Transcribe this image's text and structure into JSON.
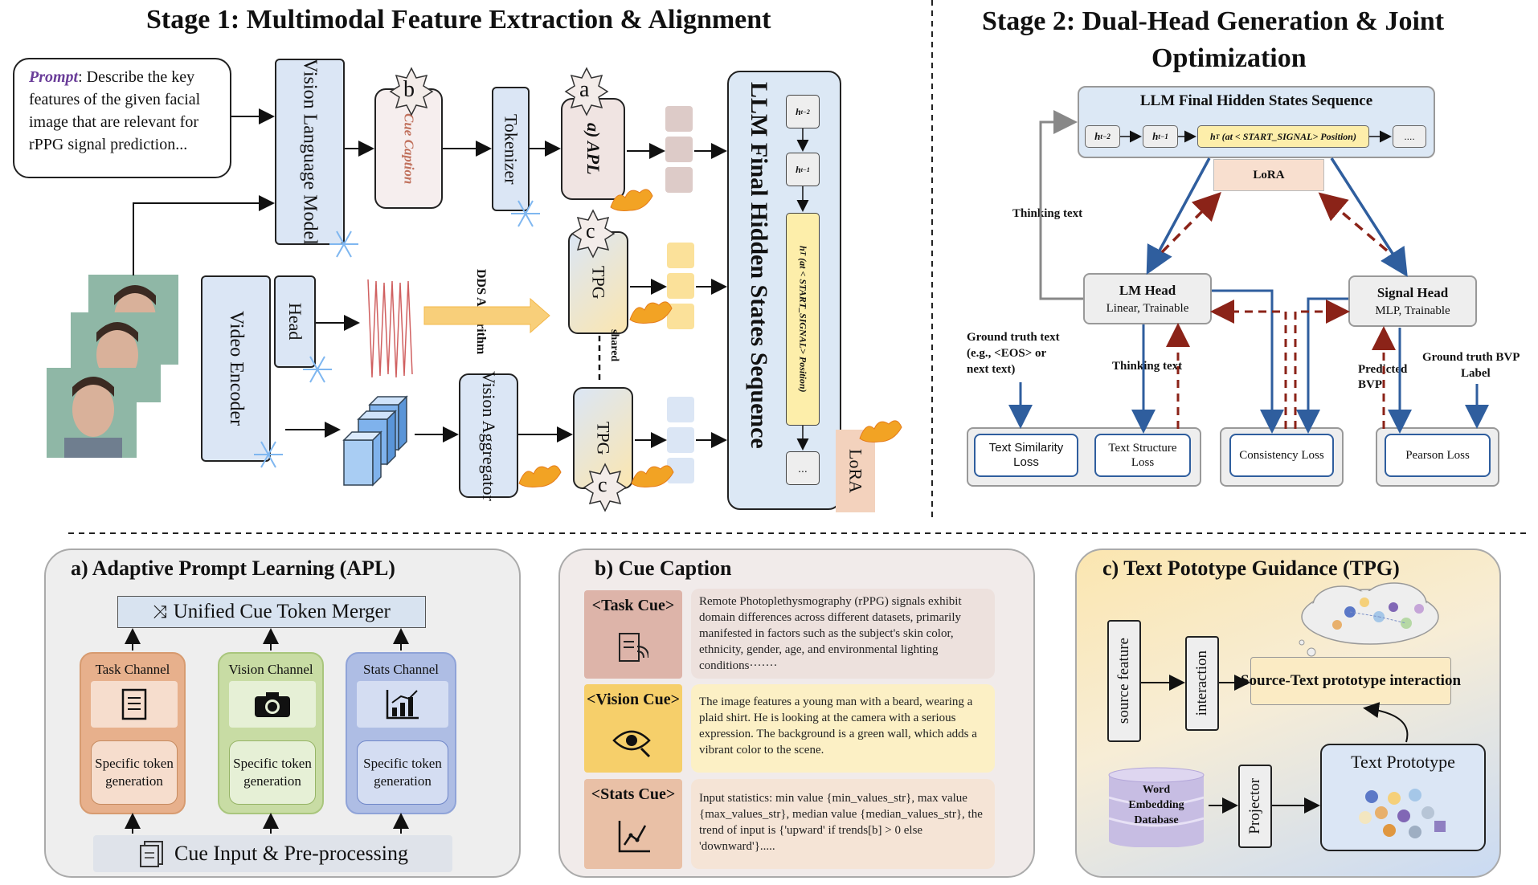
{
  "stage1": {
    "title": "Stage 1: Multimodal Feature Extraction & Alignment",
    "prompt_label": "Prompt",
    "prompt_text": ": Describe the key features of the given facial image that are relevant for rPPG signal prediction...",
    "vlm": "Vision Language Model",
    "cue_caption": "Cue Caption",
    "tokenizer": "Tokenizer",
    "apl": "a) APL",
    "tpg": "TPG",
    "badge_a": "a",
    "badge_b": "b",
    "badge_c": "c",
    "video_encoder": "Video Encoder",
    "head": "Head",
    "dds": "DDS Algorithm",
    "shared": "shared",
    "vision_aggregator": "Vision Aggregator",
    "llm_seq": "LLM Final Hidden States Sequence",
    "h_t2": "h",
    "h_t2_sub": "t−2",
    "h_t1": "h",
    "h_t1_sub": "t−1",
    "h_t": "h",
    "h_t_sub": "T",
    "h_t_note": "(at < START_SIGNAL> Position)",
    "dots": "...",
    "lora": "LoRA"
  },
  "stage2": {
    "title_line1": "Stage 2: Dual-Head Generation & Joint",
    "title_line2": "Optimization",
    "llm_seq": "LLM Final Hidden States Sequence",
    "h_t2": "h",
    "h_t2_sub": "t−2",
    "h_t1": "h",
    "h_t1_sub": "t−1",
    "h_t": "h",
    "h_t_sub": "T",
    "h_t_note": "(at < START_SIGNAL> Position)",
    "dots": "....",
    "lora": "LoRA",
    "thinking_text_top": "Thinking text",
    "lm_head": "LM Head",
    "lm_head_sub": "Linear, Trainable",
    "signal_head": "Signal Head",
    "signal_head_sub": "MLP, Trainable",
    "gt_text_1": "Ground truth text",
    "gt_text_2": "(e.g., <EOS> or",
    "gt_text_3": "next text)",
    "thinking_text_mid": "Thinking text",
    "predicted_bvp_1": "Predicted",
    "predicted_bvp_2": "BVP",
    "gt_bvp_1": "Ground truth BVP",
    "gt_bvp_2": "Label",
    "text_similarity_loss": "Text Similarity Loss",
    "text_structure_loss": "Text Structure Loss",
    "consistency_loss": "Consistency Loss",
    "pearson_loss": "Pearson Loss"
  },
  "panel_a": {
    "title": "a) Adaptive Prompt Learning (APL)",
    "merger": "Unified Cue Token Merger",
    "task_channel": "Task Channel",
    "vision_channel": "Vision Channel",
    "stats_channel": "Stats Channel",
    "specific": "Specific token generation",
    "cue_input": "Cue Input & Pre-processing"
  },
  "panel_b": {
    "title": "b) Cue Caption",
    "task_cue": "<Task Cue>",
    "vision_cue": "<Vision Cue>",
    "stats_cue": "<Stats Cue>",
    "task_text": "Remote Photoplethysmography (rPPG) signals exhibit domain differences across different datasets, primarily manifested in factors such as the subject's skin color, ethnicity, gender, age, and environmental lighting conditions·······",
    "vision_text": "The image features a young man with a beard, wearing a plaid shirt. He is looking at the camera with a serious expression. The background is a green wall, which adds a vibrant color to the scene.",
    "stats_text": "Input statistics: min value {min_values_str}, max value {max_values_str}, median value {median_values_str}, the trend of input is {'upward' if trends[b] > 0 else 'downward'}....."
  },
  "panel_c": {
    "title": "c) Text Pototype Guidance (TPG)",
    "source_feature": "source feature",
    "interaction": "interaction",
    "source_text": "Source-Text prototype interaction",
    "word_embedding": "Word Embedding Database",
    "projector": "Projector",
    "text_prototype": "Text Prototype"
  },
  "colors": {
    "blue_arrow": "#2f5e9e",
    "red_dashed": "#8b2318",
    "lora": "#f3d2bd",
    "llm_blue": "#dce8f5",
    "apl_pink": "#e7d6d3",
    "token_pink": "#ddcbc8",
    "token_yellow": "#fbe19a",
    "token_blue": "#dbe6f5",
    "task_channel": "#e7b08c",
    "vision_channel": "#c8dca4",
    "stats_channel": "#aebde4",
    "panel_c_yellow": "#fbe6b0",
    "panel_c_blue": "#c9daf3"
  }
}
